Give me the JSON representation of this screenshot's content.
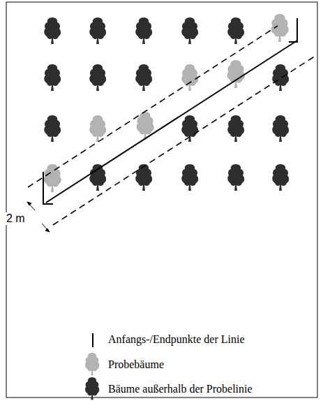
{
  "diagram": {
    "labels": [
      "2 m"
    ],
    "legend": [
      {
        "text": "Anfangs-/Endpunkte der Linie"
      },
      {
        "text": "Probebäume"
      },
      {
        "text": "Bäume außerhalb der Probelinie"
      }
    ]
  }
}
